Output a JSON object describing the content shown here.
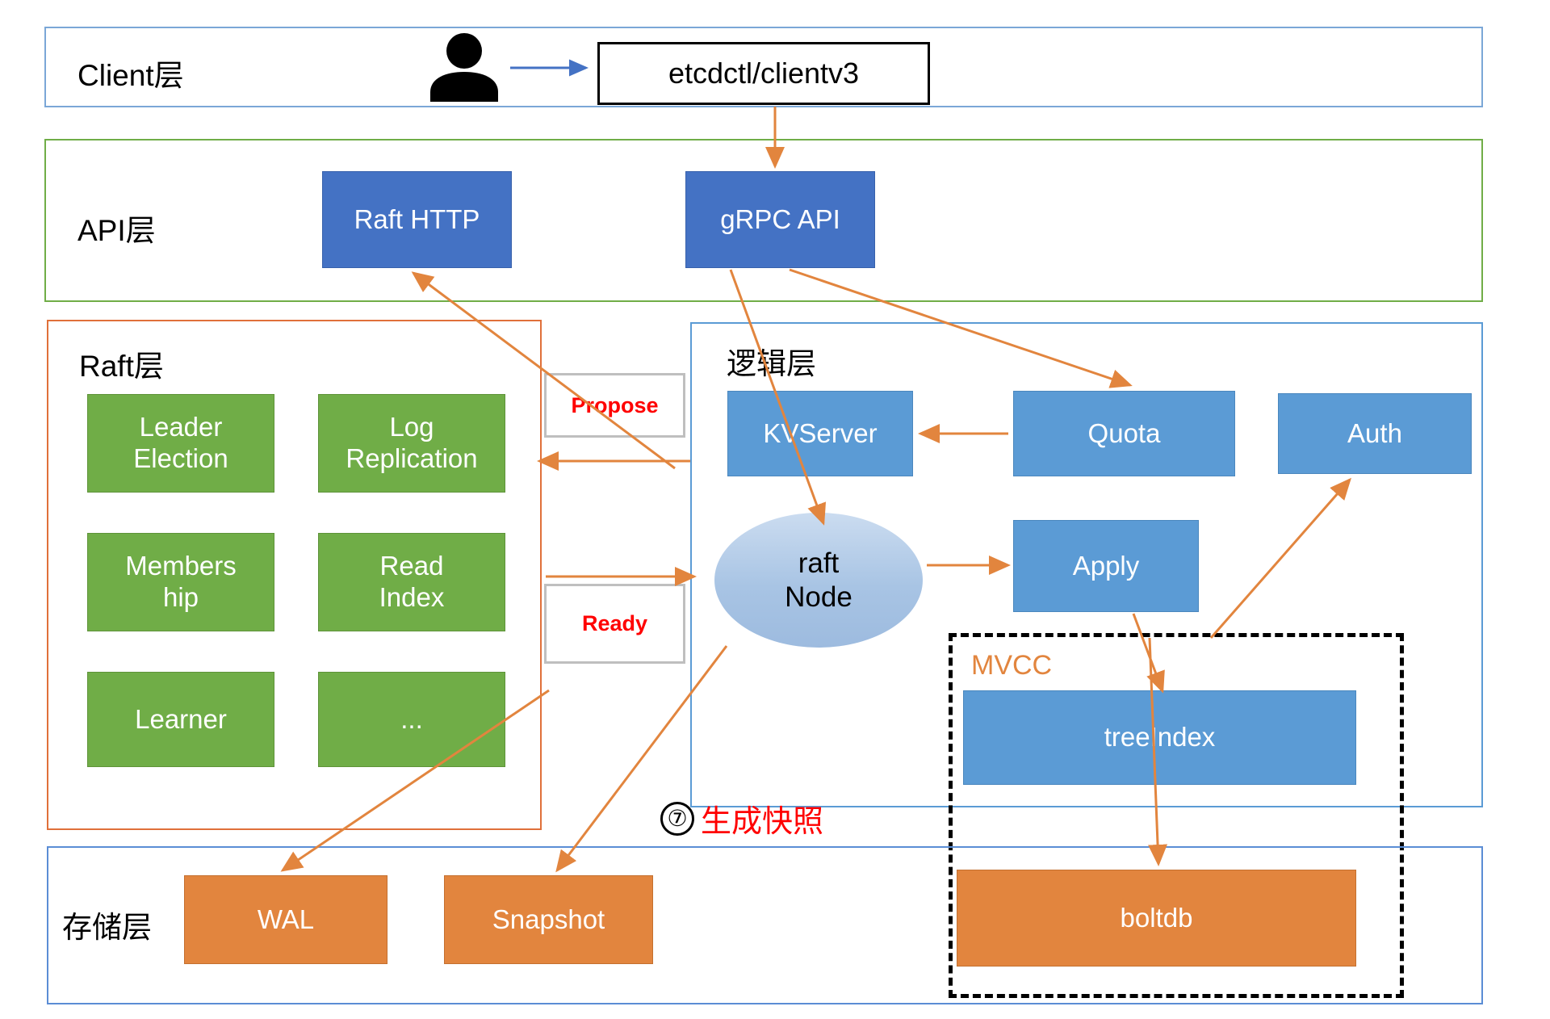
{
  "diagram": {
    "title_semantic": "etcd-architecture-layers",
    "colors": {
      "blue_dark": "#4472C4",
      "blue_medium": "#5B9BD5",
      "blue_light_ellipse": "#A8C4E4",
      "green": "#70AD47",
      "orange": "#E2853E",
      "arrow_orange": "#E2853E",
      "arrow_blue": "#4472C4",
      "red_label": "#FF0000",
      "gray_border": "#BFBFBF"
    }
  },
  "layers": {
    "client": {
      "label": "Client层"
    },
    "api": {
      "label": "API层"
    },
    "raft": {
      "label": "Raft层"
    },
    "logic": {
      "label": "逻辑层"
    },
    "storage": {
      "label": "存储层"
    }
  },
  "client_layer": {
    "user_icon": "person-icon",
    "client_box": "etcdctl/clientv3"
  },
  "api_layer": {
    "raft_http": "Raft HTTP",
    "grpc_api": "gRPC API"
  },
  "raft_layer": {
    "modules": [
      {
        "label": "Leader\nElection"
      },
      {
        "label": "Log\nReplication"
      },
      {
        "label": "Members\nhip"
      },
      {
        "label": "Read\nIndex"
      },
      {
        "label": "Learner"
      },
      {
        "label": "..."
      }
    ]
  },
  "flow_tags": {
    "propose": "Propose",
    "ready": "Ready"
  },
  "logic_layer": {
    "kvserver": "KVServer",
    "quota": "Quota",
    "auth": "Auth",
    "raft_node": "raft\nNode",
    "apply": "Apply",
    "mvcc_label": "MVCC",
    "treeindex": "treeIndex"
  },
  "storage_layer": {
    "wal": "WAL",
    "snapshot": "Snapshot",
    "boltdb": "boltdb"
  },
  "annotation": {
    "step_number": "⑦",
    "text": "生成快照"
  }
}
